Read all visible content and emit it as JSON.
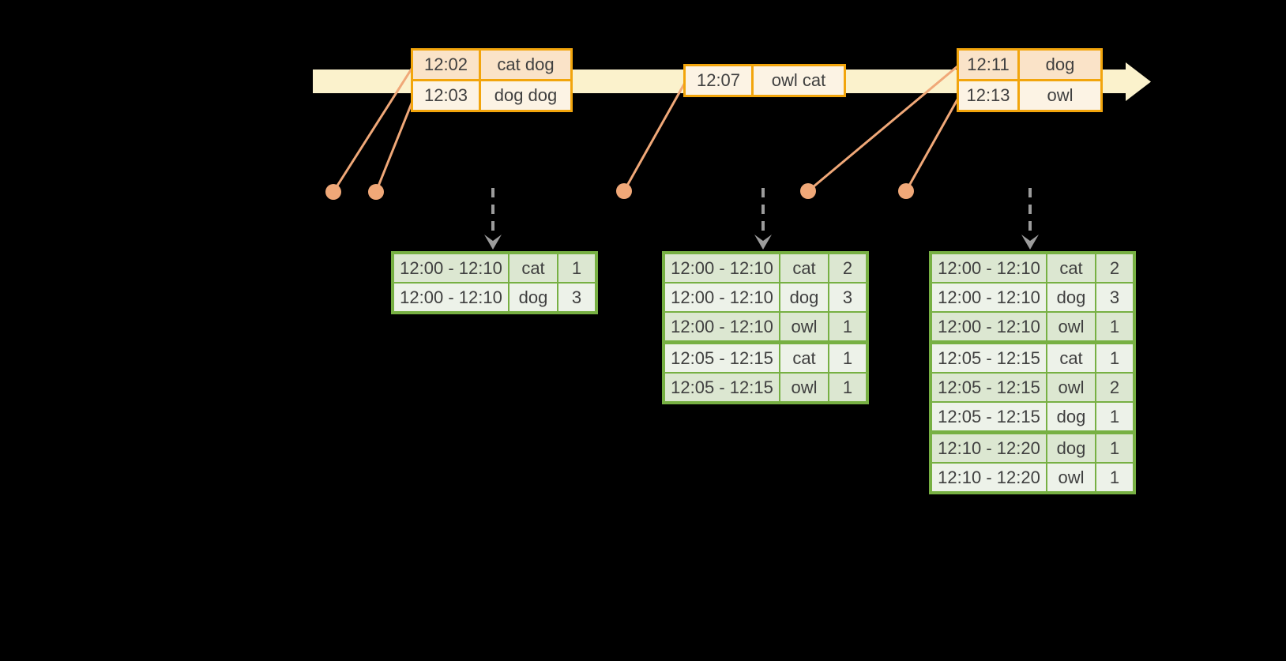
{
  "colors": {
    "background": "#000000",
    "gold": "#F2A50C",
    "peach": "#FAE3C8",
    "cream": "#FCF3E4",
    "timeline": "#FBF2CC",
    "salmon": "#F0A878",
    "green": "#77B043",
    "sage": "#DCE7D1",
    "pale": "#EDF2E9",
    "text": "#3F3F3F",
    "arrow_gray": "#9C9C9C"
  },
  "event_tables": [
    {
      "rows": [
        [
          "12:02",
          "cat dog"
        ],
        [
          "12:03",
          "dog dog"
        ]
      ]
    },
    {
      "rows": [
        [
          "12:07",
          "owl cat"
        ]
      ]
    },
    {
      "rows": [
        [
          "12:11",
          "dog"
        ],
        [
          "12:13",
          "owl"
        ]
      ]
    }
  ],
  "result_tables": [
    {
      "rows": [
        [
          "12:00 - 12:10",
          "cat",
          "1"
        ],
        [
          "12:00 - 12:10",
          "dog",
          "3"
        ]
      ],
      "group_starts": []
    },
    {
      "rows": [
        [
          "12:00 - 12:10",
          "cat",
          "2"
        ],
        [
          "12:00 - 12:10",
          "dog",
          "3"
        ],
        [
          "12:00 - 12:10",
          "owl",
          "1"
        ],
        [
          "12:05 - 12:15",
          "cat",
          "1"
        ],
        [
          "12:05 - 12:15",
          "owl",
          "1"
        ]
      ],
      "group_starts": [
        3
      ]
    },
    {
      "rows": [
        [
          "12:00 - 12:10",
          "cat",
          "2"
        ],
        [
          "12:00 - 12:10",
          "dog",
          "3"
        ],
        [
          "12:00 - 12:10",
          "owl",
          "1"
        ],
        [
          "12:05 - 12:15",
          "cat",
          "1"
        ],
        [
          "12:05 - 12:15",
          "owl",
          "2"
        ],
        [
          "12:05 - 12:15",
          "dog",
          "1"
        ],
        [
          "12:10 - 12:20",
          "dog",
          "1"
        ],
        [
          "12:10 - 12:20",
          "owl",
          "1"
        ]
      ],
      "group_starts": [
        3,
        6
      ]
    }
  ]
}
